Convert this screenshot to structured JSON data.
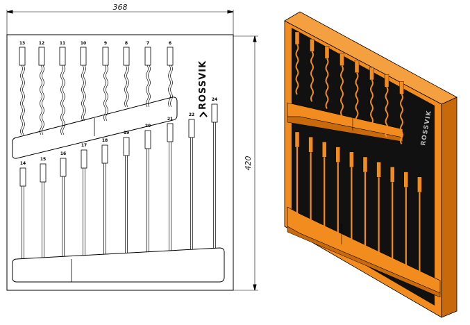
{
  "drawing": {
    "width_dim": "368",
    "height_dim": "420",
    "brand": "ROSSVIK",
    "top_row_numbers": [
      "13",
      "12",
      "11",
      "10",
      "9",
      "8",
      "7",
      "6"
    ],
    "bottom_row_numbers": [
      "14",
      "15",
      "16",
      "17",
      "18",
      "19",
      "20",
      "21",
      "22",
      "24"
    ],
    "colors": {
      "foam_orange": "#F28C1E",
      "foam_black": "#111111",
      "line": "#000000"
    }
  }
}
